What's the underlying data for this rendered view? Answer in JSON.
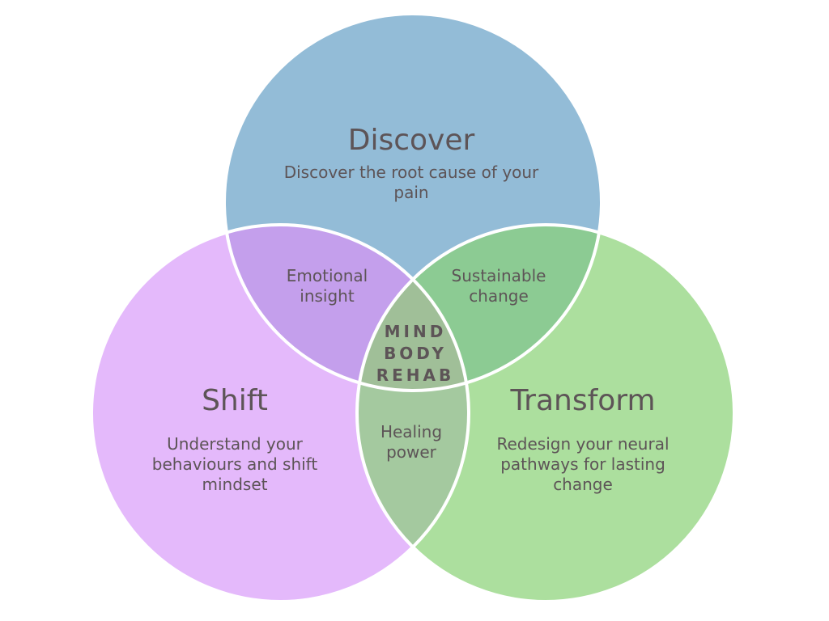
{
  "colors": {
    "discover": "#93bcd7",
    "shift": "#e4b9fb",
    "transform": "#acdf9e",
    "discover_shift": "#c49fec",
    "discover_transform": "#8ccb93",
    "shift_transform": "#a4c99f",
    "center": "#a0bf98",
    "outline": "#ffffff",
    "text": "#5d5457"
  },
  "circles": {
    "discover": {
      "title": "Discover",
      "description": "Discover the root cause of your pain"
    },
    "shift": {
      "title": "Shift",
      "description": "Understand your behaviours and shift mindset"
    },
    "transform": {
      "title": "Transform",
      "description": "Redesign your neural pathways for lasting change"
    }
  },
  "overlaps": {
    "discover_shift": "Emotional insight",
    "discover_transform": "Sustainable change",
    "shift_transform": "Healing power"
  },
  "center": {
    "line1": "MIND",
    "line2": "BODY",
    "line3": "REHAB"
  }
}
